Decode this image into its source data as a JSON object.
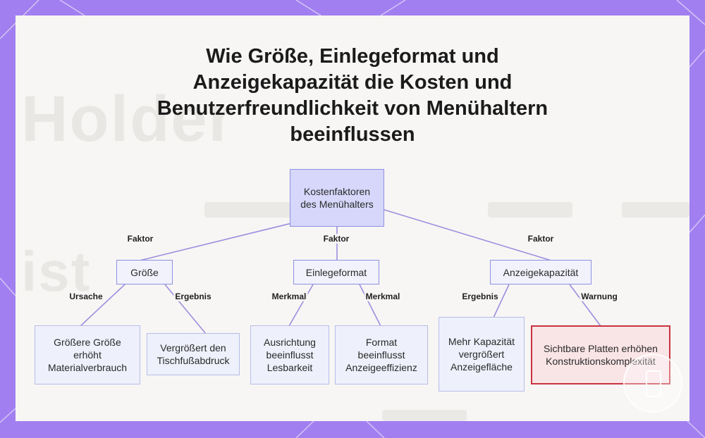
{
  "title": "Wie Größe, Einlegeformat und Anzeigekapazität die Kosten und Benutzerfreundlichkeit von Menühaltern beeinflussen",
  "background": {
    "frame_color": "#a17ff0",
    "card_color": "#f7f6f4",
    "faded_words": [
      "Holder",
      "ist"
    ]
  },
  "colors": {
    "node_fill": "#eef0fb",
    "root_fill": "#d6d7fb",
    "node_border": "#8e91e0",
    "edge": "#a08ddf",
    "warning_border": "#c9333f",
    "warning_fill": "#f9e4e6"
  },
  "nodes": {
    "root": "Kostenfaktoren des Menühalters",
    "groesse": "Größe",
    "einlegeformat": "Einlegeformat",
    "anzeigekapazitaet": "Anzeigekapazität",
    "leaf_material": "Größere Größe erhöht Materialverbrauch",
    "leaf_tisch": "Vergrößert den Tischfußabdruck",
    "leaf_ausrichtung": "Ausrichtung beeinflusst Lesbarkeit",
    "leaf_format": "Format beeinflusst Anzeigeeffizienz",
    "leaf_kapazitaet": "Mehr Kapazität vergrößert Anzeigefläche",
    "leaf_platten": "Sichtbare Platten erhöhen Konstruktionskomplexität"
  },
  "edge_labels": {
    "faktor_1": "Faktor",
    "faktor_2": "Faktor",
    "faktor_3": "Faktor",
    "ursache": "Ursache",
    "ergebnis_1": "Ergebnis",
    "merkmal_1": "Merkmal",
    "merkmal_2": "Merkmal",
    "ergebnis_2": "Ergebnis",
    "warnung": "Warnung"
  }
}
